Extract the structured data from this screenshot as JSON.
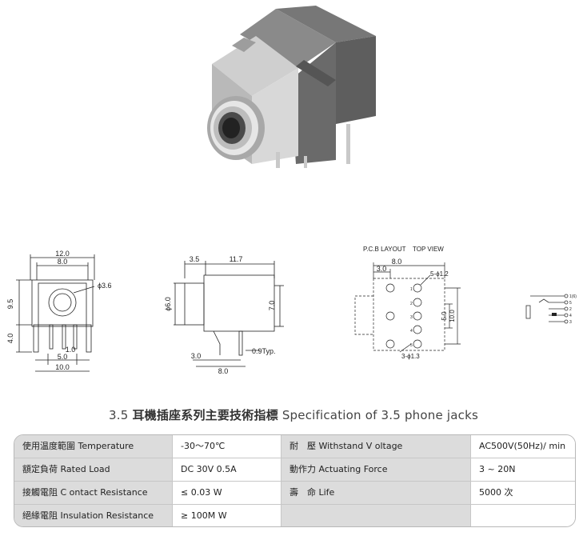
{
  "drawings": {
    "front_view": {
      "dim_total_width": "12.0",
      "dim_inner_width": "8.0",
      "dim_hole": "ϕ3.6",
      "dim_height_upper": "9.5",
      "dim_height_lower": "4.0",
      "dim_pin_gap": "1.0",
      "dim_pin_span": "5.0",
      "dim_base_width": "10.0"
    },
    "side_view": {
      "dim_nose": "3.5",
      "dim_body": "11.7",
      "dim_nose_dia": "ϕ6.0",
      "dim_height": "7.0",
      "dim_pin_offset": "3.0",
      "dim_pin_length": "0.9Typ.",
      "dim_base": "8.0"
    },
    "pcb_layout": {
      "title": "P.C.B LAYOUT",
      "view": "TOP VIEW",
      "dim_width": "8.0",
      "dim_offset": "3.0",
      "dim_small_holes": "5-ϕ1.2",
      "dim_large_holes": "3-ϕ1.3",
      "dim_pitch": "5.0",
      "dim_height": "10.0",
      "pin_labels": [
        "1",
        "2",
        "3",
        "4",
        "5"
      ]
    },
    "schematic": {
      "pin_labels": [
        "1(6)",
        "5",
        "2",
        "4",
        "3"
      ]
    }
  },
  "spec": {
    "title_num": "3.5",
    "title_cjk": "耳機插座系列主要技術指標",
    "title_en": "Specification of 3.5 phone jacks",
    "rows": [
      {
        "label1": "使用温度範圍 Temperature",
        "value1": "-30～70℃",
        "label2": "耐　壓 Withstand V oltage",
        "value2": "AC500V(50Hz)/ min"
      },
      {
        "label1": "額定負荷  Rated Load",
        "value1": "DC  30V  0.5A",
        "label2": "動作力  Actuating Force",
        "value2": "3 ~ 20N"
      },
      {
        "label1": "接觸電阻  C ontact Resistance",
        "value1": "≤ 0.03 W",
        "label2": "壽　命  Life",
        "value2": "5000 次"
      },
      {
        "label1": "絕緣電阻  Insulation Resistance",
        "value1": "≥ 100M W",
        "label2": "",
        "value2": ""
      }
    ]
  }
}
